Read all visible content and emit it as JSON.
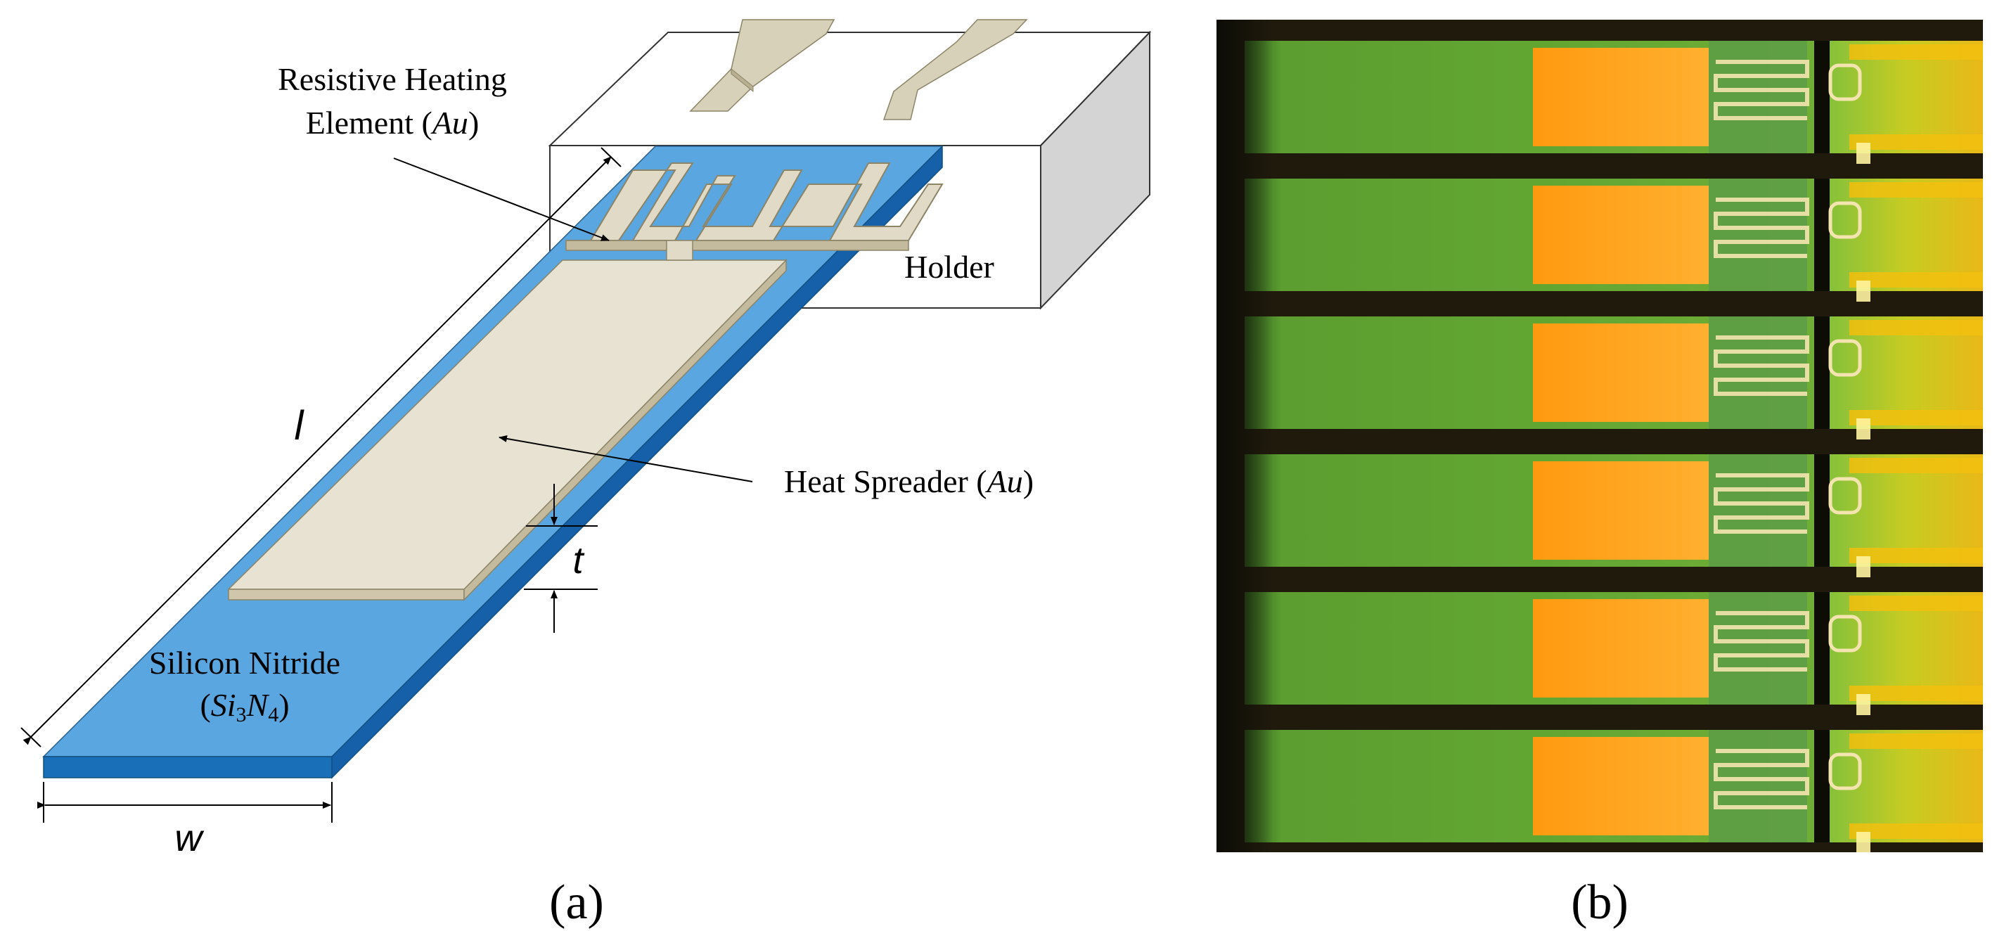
{
  "panel_a": {
    "labels": {
      "heater_line1": "Resistive Heating",
      "heater_line2_prefix": "Element (",
      "heater_material": "Au",
      "heater_line2_suffix": ")",
      "holder": "Holder",
      "spreader_prefix": "Heat Spreader (",
      "spreader_material": "Au",
      "spreader_suffix": ")",
      "substrate_line1": "Silicon Nitride",
      "substrate_open": "(",
      "substrate_si": "Si",
      "substrate_si_sub": "3",
      "substrate_n": "N",
      "substrate_n_sub": "4",
      "substrate_close": ")",
      "dim_length": "l",
      "dim_thickness": "t",
      "dim_width": "w"
    },
    "caption": "(a)"
  },
  "panel_b": {
    "caption": "(b)"
  },
  "colors": {
    "nitride_top": "#5aa6e0",
    "nitride_side": "#1a70b8",
    "gold_top": "#e7e2d2",
    "gold_side": "#cfc6ac",
    "holder_side": "#d4d4d4",
    "micro_green": "#5faa2e",
    "micro_orange": "#ffa21a",
    "micro_dark": "#1f1a0c",
    "micro_yellow": "#e4c20e"
  }
}
